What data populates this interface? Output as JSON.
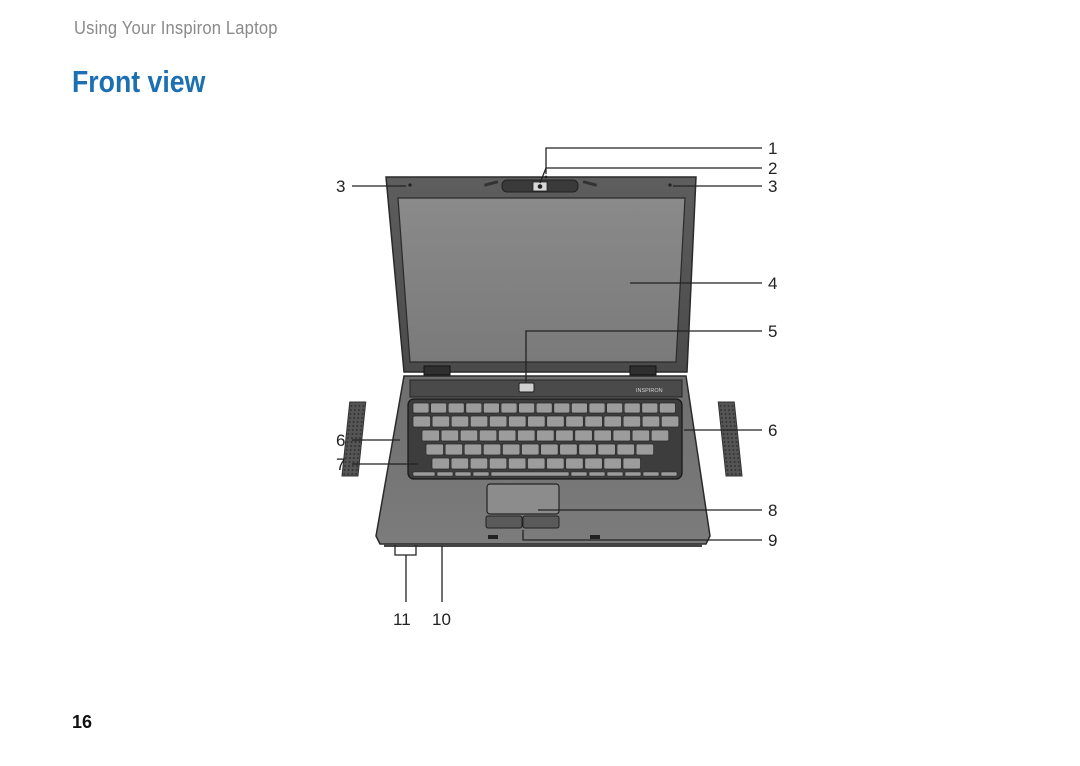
{
  "header": {
    "section": "Using Your Inspiron Laptop"
  },
  "title": "Front view",
  "figure": {
    "logo_text": "INSPIRON",
    "callouts": {
      "c1": "1",
      "c2": "2",
      "c3_left": "3",
      "c3_right": "3",
      "c4": "4",
      "c5": "5",
      "c6_left": "6",
      "c6_right": "6",
      "c7": "7",
      "c8": "8",
      "c9": "9",
      "c10": "10",
      "c11": "11"
    }
  },
  "footer": {
    "page_number": "16"
  }
}
